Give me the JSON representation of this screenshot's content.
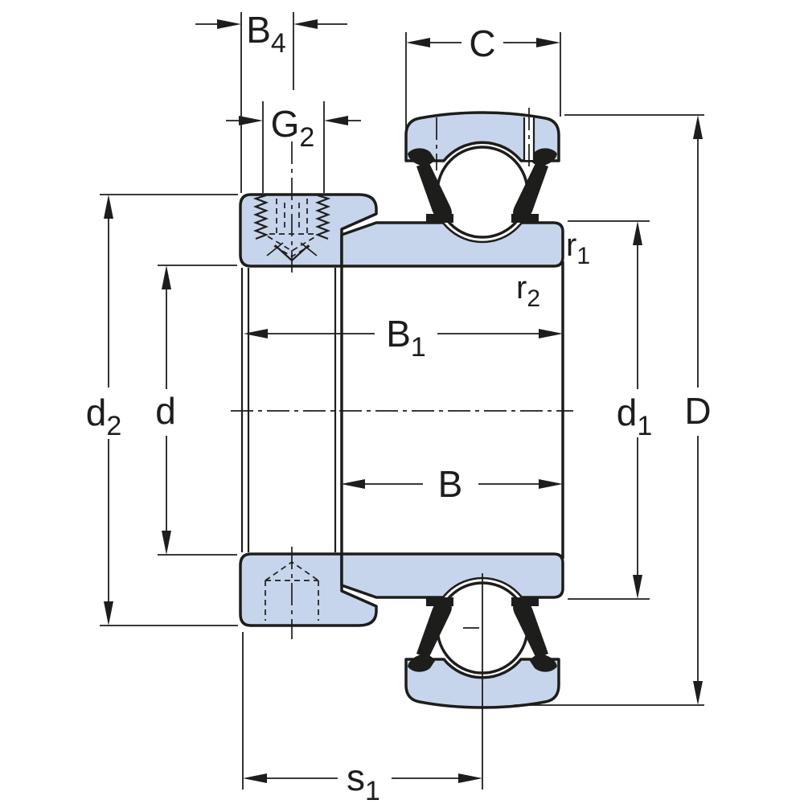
{
  "drawing": {
    "description_labels": {
      "B4": {
        "main": "B",
        "sub": "4"
      },
      "G2": {
        "main": "G",
        "sub": "2"
      },
      "C": {
        "main": "C",
        "sub": ""
      },
      "r1": {
        "main": "r",
        "sub": "1"
      },
      "r2": {
        "main": "r",
        "sub": "2"
      },
      "B1": {
        "main": "B",
        "sub": "1"
      },
      "B": {
        "main": "B",
        "sub": ""
      },
      "d2": {
        "main": "d",
        "sub": "2"
      },
      "d": {
        "main": "d",
        "sub": ""
      },
      "d1": {
        "main": "d",
        "sub": "1"
      },
      "D": {
        "main": "D",
        "sub": ""
      },
      "s1": {
        "main": "s",
        "sub": "1"
      }
    },
    "colors": {
      "part_fill": "#c7d5ec",
      "line": "#1d1d1b",
      "background": "#ffffff"
    }
  }
}
